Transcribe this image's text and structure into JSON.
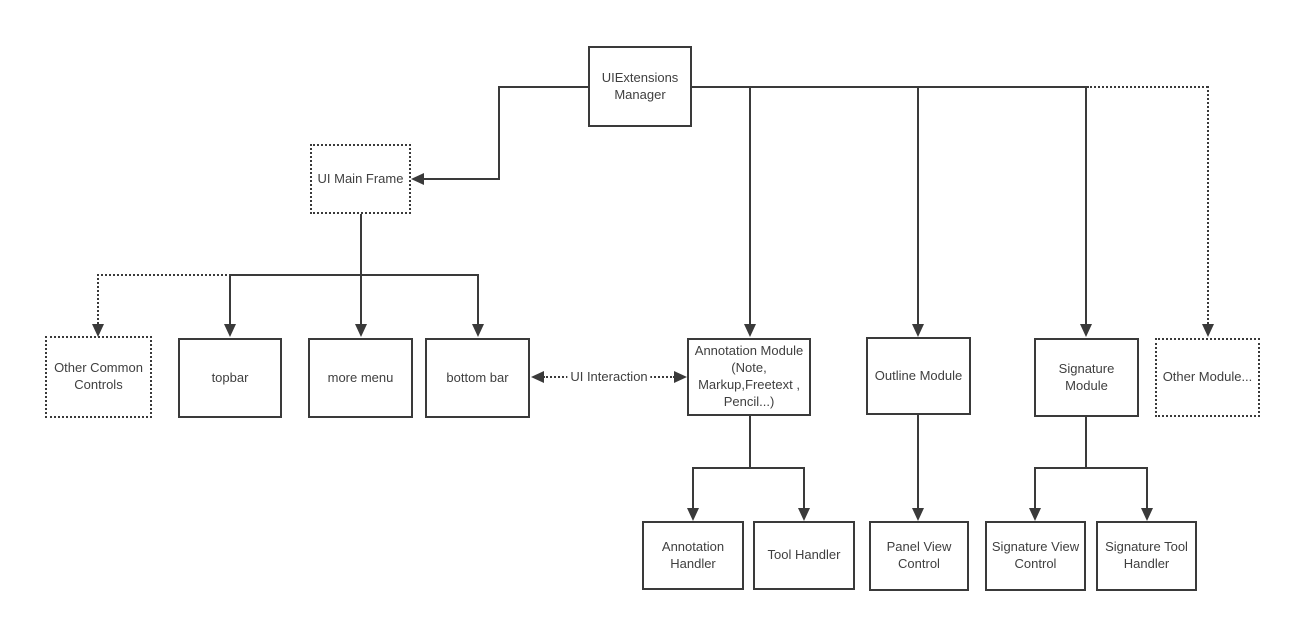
{
  "diagram": {
    "type": "flowchart",
    "colors": {
      "stroke": "#3a3a3a",
      "text": "#3f3f3f",
      "background": "#ffffff"
    },
    "nodes": {
      "uiextensions_manager": {
        "label": "UIExtensions Manager",
        "border": "solid"
      },
      "ui_main_frame": {
        "label": "UI  Main Frame",
        "border": "dotted"
      },
      "other_common_controls": {
        "label": "Other Common Controls",
        "border": "dotted"
      },
      "topbar": {
        "label": "topbar",
        "border": "solid"
      },
      "more_menu": {
        "label": "more menu",
        "border": "solid"
      },
      "bottom_bar": {
        "label": "bottom bar",
        "border": "solid"
      },
      "annotation_module": {
        "label": "Annotation Module (Note, Markup,Freetext , Pencil...)",
        "border": "solid"
      },
      "outline_module": {
        "label": "Outline Module",
        "border": "solid"
      },
      "signature_module": {
        "label": "Signature Module",
        "border": "solid"
      },
      "other_module": {
        "label": "Other Module...",
        "border": "dotted"
      },
      "annotation_handler": {
        "label": "Annotation Handler",
        "border": "solid"
      },
      "tool_handler": {
        "label": "Tool Handler",
        "border": "solid"
      },
      "panel_view_control": {
        "label": "Panel View Control",
        "border": "solid"
      },
      "signature_view_control": {
        "label": "Signature View Control",
        "border": "solid"
      },
      "signature_tool_handler": {
        "label": "Signature Tool Handler",
        "border": "solid"
      }
    },
    "edge_labels": {
      "ui_interaction": "UI Interaction"
    },
    "edges": [
      {
        "from": "uiextensions_manager",
        "to": "ui_main_frame",
        "style": "solid",
        "arrow": "to"
      },
      {
        "from": "ui_main_frame",
        "to": "other_common_controls",
        "style": "dotted",
        "arrow": "to"
      },
      {
        "from": "ui_main_frame",
        "to": "topbar",
        "style": "solid",
        "arrow": "to"
      },
      {
        "from": "ui_main_frame",
        "to": "more_menu",
        "style": "solid",
        "arrow": "to"
      },
      {
        "from": "ui_main_frame",
        "to": "bottom_bar",
        "style": "solid",
        "arrow": "to"
      },
      {
        "from": "uiextensions_manager",
        "to": "annotation_module",
        "style": "solid",
        "arrow": "to"
      },
      {
        "from": "uiextensions_manager",
        "to": "outline_module",
        "style": "solid",
        "arrow": "to"
      },
      {
        "from": "uiextensions_manager",
        "to": "signature_module",
        "style": "solid",
        "arrow": "to"
      },
      {
        "from": "uiextensions_manager",
        "to": "other_module",
        "style": "dotted",
        "arrow": "to"
      },
      {
        "from": "bottom_bar",
        "to": "annotation_module",
        "style": "dotted",
        "arrow": "both",
        "label": "UI Interaction"
      },
      {
        "from": "annotation_module",
        "to": "annotation_handler",
        "style": "solid",
        "arrow": "to"
      },
      {
        "from": "annotation_module",
        "to": "tool_handler",
        "style": "solid",
        "arrow": "to"
      },
      {
        "from": "outline_module",
        "to": "panel_view_control",
        "style": "solid",
        "arrow": "to"
      },
      {
        "from": "signature_module",
        "to": "signature_view_control",
        "style": "solid",
        "arrow": "to"
      },
      {
        "from": "signature_module",
        "to": "signature_tool_handler",
        "style": "solid",
        "arrow": "to"
      }
    ]
  }
}
